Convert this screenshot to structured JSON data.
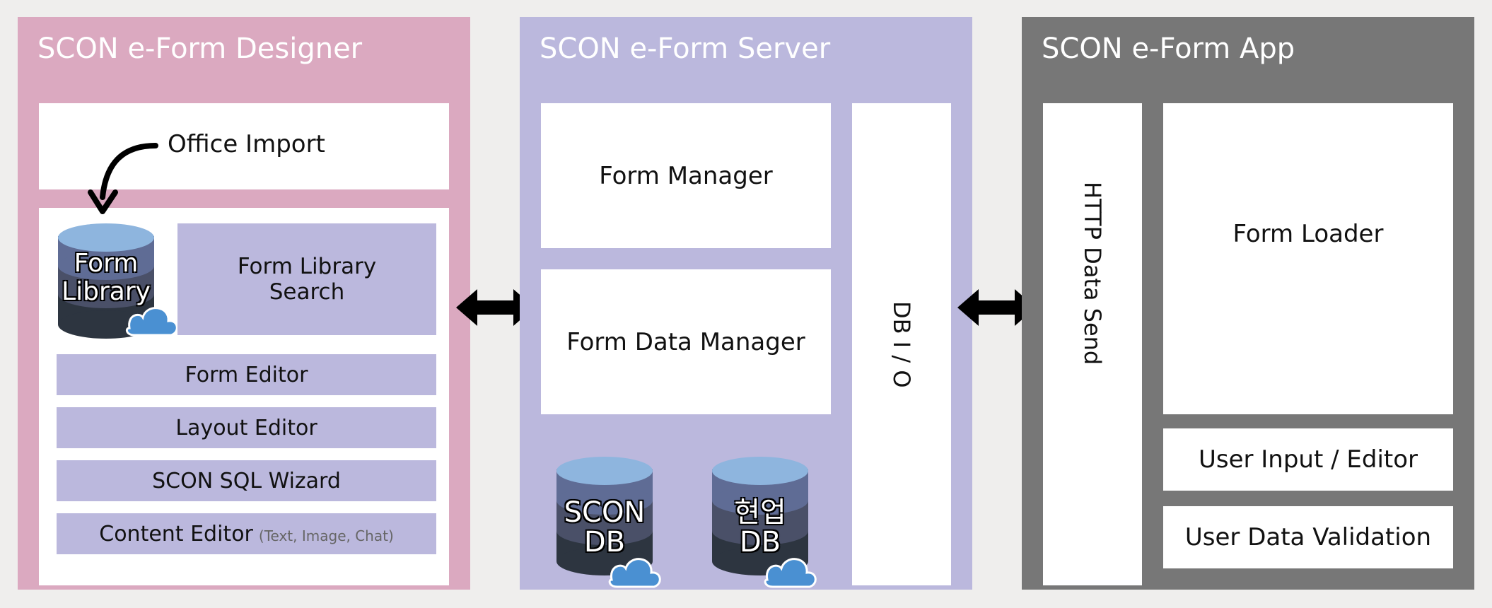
{
  "colors": {
    "designer_panel": "#dba9c0",
    "server_panel": "#bbb8dd",
    "app_panel": "#777777",
    "component": "#bbb8dd",
    "db_top": "#8eb5de",
    "cloud": "#4a90d2"
  },
  "designer": {
    "title": "SCON e-Form Designer",
    "office_import": "Office Import",
    "form_library": [
      "Form",
      "Library"
    ],
    "form_library_search": [
      "Form Library",
      "Search"
    ],
    "items": [
      {
        "label": "Form Editor",
        "note": ""
      },
      {
        "label": "Layout Editor",
        "note": ""
      },
      {
        "label": "SCON SQL Wizard",
        "note": ""
      },
      {
        "label": "Content Editor",
        "note": "(Text, Image, Chat)"
      }
    ]
  },
  "server": {
    "title": "SCON e-Form Server",
    "form_manager": "Form Manager",
    "form_data_manager": "Form Data Manager",
    "db_io": "DB I / O",
    "databases": [
      {
        "line1": "SCON",
        "line2": "DB"
      },
      {
        "line1": "현업",
        "line2": "DB"
      }
    ]
  },
  "app": {
    "title": "SCON e-Form App",
    "http_data_send": "HTTP Data Send",
    "form_loader": "Form Loader",
    "user_input_editor": "User Input / Editor",
    "user_data_validation": "User Data Validation"
  },
  "connectors": [
    "designer-server-arrow",
    "server-app-arrow"
  ]
}
